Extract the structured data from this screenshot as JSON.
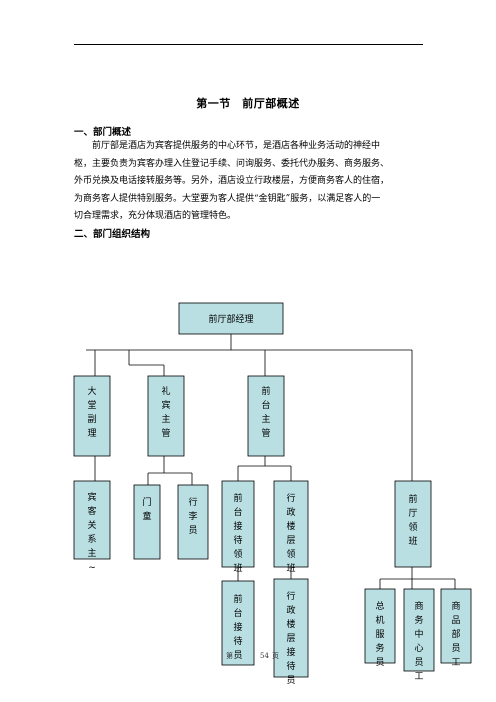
{
  "document": {
    "section_title": "第一节　前厅部概述",
    "heading1": "一、部门概述",
    "paragraph_lines": [
      "前厅部是酒店为宾客提供服务的中心环节，是酒店各种业务活动的神经中",
      "枢，主要负责为宾客办理入住登记手续、问询服务、委托代办服务、商务服务、",
      "外币兑换及电话接转服务等。另外，酒店设立行政楼层，方便商务客人的住宿，",
      "为商务客人提供特别服务。大堂要为客人提供“金钥匙”服务，以满足客人的一",
      "切合理需求，充分体现酒店的管理特色。"
    ],
    "heading2": "二、部门组织结构"
  },
  "org_chart": {
    "root": "前厅部经理",
    "level1": [
      "大堂副理",
      "礼宾主管",
      "前台主管",
      "前厅领班"
    ],
    "level2": [
      "宾客关系主~",
      "门童",
      "行李员",
      "前台接待领班",
      "行政楼层领班"
    ],
    "level3": [
      "前台接待员",
      "行政楼层接待员",
      "总机服务员",
      "商务中心员工",
      "商品部员工"
    ]
  },
  "footer": {
    "prefix": "第",
    "page": "54",
    "suffix": "页"
  }
}
